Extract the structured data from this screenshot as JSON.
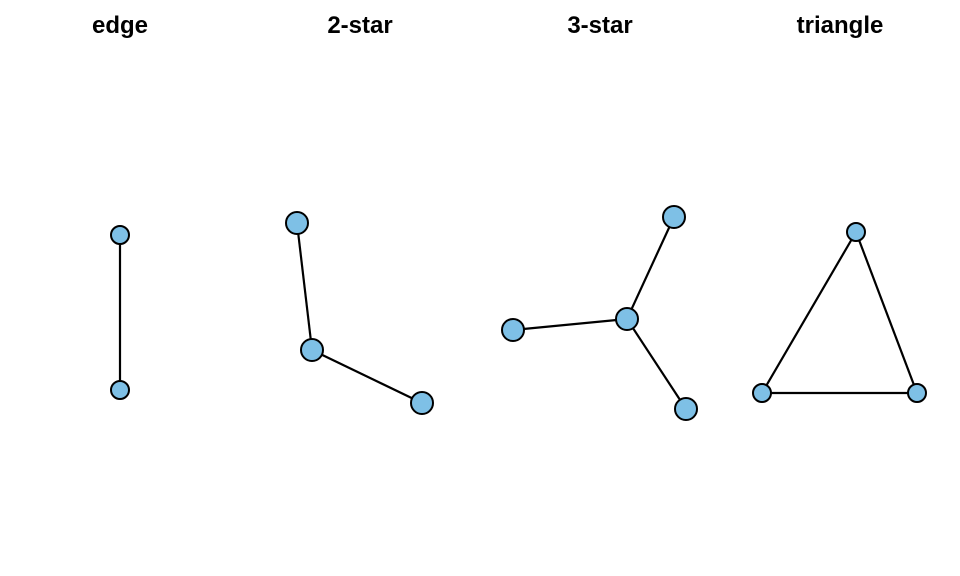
{
  "colors": {
    "node_fill": "#7EC0E6",
    "stroke": "#000000",
    "background": "#FFFFFF"
  },
  "panels": [
    {
      "title": "edge"
    },
    {
      "title": "2-star"
    },
    {
      "title": "3-star"
    },
    {
      "title": "triangle"
    }
  ]
}
